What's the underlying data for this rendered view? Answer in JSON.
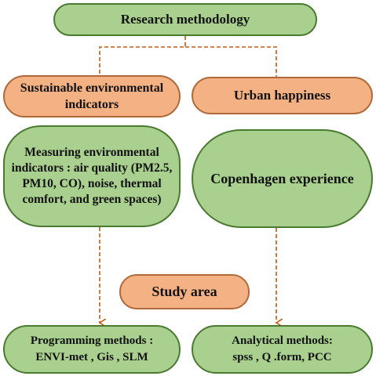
{
  "colors": {
    "green_fill": "#a9d08e",
    "orange_fill": "#f4b183",
    "connector": "#c55a11"
  },
  "nodes": {
    "title": "Research methodology",
    "sustainable_line1": "Sustainable environmental",
    "sustainable_line2": "indicators",
    "urban": "Urban happiness",
    "measuring_line1": "Measuring environmental",
    "measuring_line2": "indicators : air quality (PM2.5,",
    "measuring_line3": "PM10, CO), noise, thermal",
    "measuring_line4": "comfort, and green spaces)",
    "copenhagen": "Copenhagen experience",
    "study": "Study area",
    "programming_line1": "Programming methods :",
    "programming_line2": "ENVI-met , Gis , SLM",
    "analytical_line1": "Analytical methods:",
    "analytical_line2": "spss , Q .form, PCC"
  },
  "edges": [
    {
      "from": "title",
      "to": "sustainable",
      "style": "dashed"
    },
    {
      "from": "title",
      "to": "urban",
      "style": "dashed"
    },
    {
      "from": "measuring",
      "to": "programming",
      "style": "dashed-arrow"
    },
    {
      "from": "copenhagen",
      "to": "analytical",
      "style": "dashed-arrow"
    }
  ]
}
